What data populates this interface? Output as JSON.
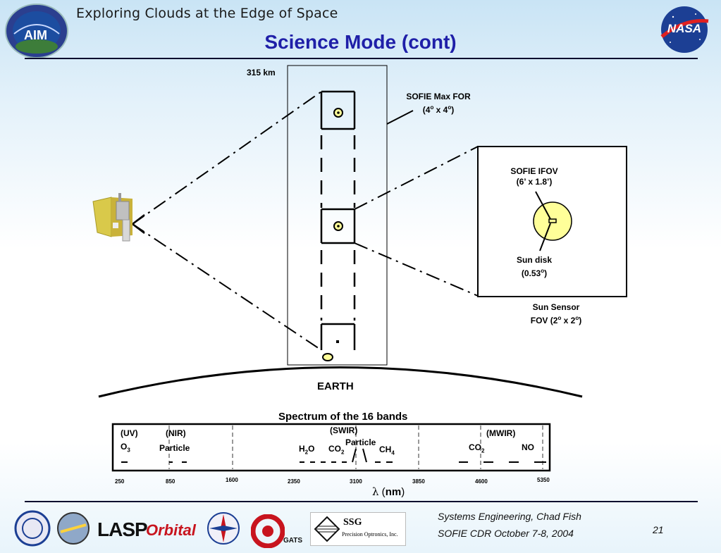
{
  "header": {
    "title": "Exploring Clouds at the Edge of Space",
    "aim_logo_text": "AIM",
    "nasa_logo_text": "NASA"
  },
  "slide": {
    "title": "Science Mode (cont)",
    "page_number": "21"
  },
  "diagram": {
    "altitude_label": "315 km",
    "sofie_max_for": {
      "line1": "SOFIE Max FOR",
      "line2": "(4",
      "deg1": "o",
      "mid": " x 4",
      "deg2": "o",
      "end": ")"
    },
    "sofie_ifov": {
      "line1": "SOFIE IFOV",
      "line2": "(6’ x 1.8’)"
    },
    "sun_disk": {
      "line1": "Sun disk",
      "line2": "(0.53",
      "deg": "o",
      "end": ")"
    },
    "sun_sensor": {
      "line1": "Sun Sensor",
      "line2": "FOV (2",
      "deg1": "o",
      "mid": " x 2",
      "deg2": "o",
      "end": ")"
    },
    "earth_label": "EARTH"
  },
  "spectrum": {
    "title": "Spectrum of the 16 bands",
    "region_uv": "(UV)",
    "region_nir": "(NIR)",
    "region_swir": "(SWIR)",
    "region_mwir": "(MWIR)",
    "o3": {
      "base": "O",
      "sub": "3"
    },
    "particle_nir": "Particle",
    "particle_swir": "Particle",
    "h2o": {
      "base": "H",
      "sub": "2",
      "end": "O"
    },
    "co2_swir": {
      "base": "CO",
      "sub": "2"
    },
    "ch4": {
      "base": "CH",
      "sub": "4"
    },
    "co2_mwir": {
      "base": "CO",
      "sub": "2"
    },
    "no": "NO",
    "ticks": [
      "250",
      "850",
      "1600",
      "2350",
      "3100",
      "3850",
      "4600",
      "5350"
    ],
    "axis_label": {
      "symbol": "λ",
      "unit": "nm"
    }
  },
  "footer": {
    "line1": "Systems Engineering, Chad Fish",
    "line2": "SOFIE CDR October 7-8, 2004",
    "logos": {
      "lasp": "LASP",
      "orbital": "Orbital",
      "gats": "GATS",
      "ssg_name": "SSG",
      "ssg_sub": "Precision Optronics, Inc."
    }
  }
}
